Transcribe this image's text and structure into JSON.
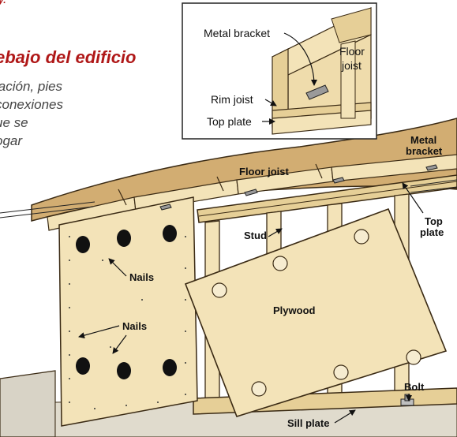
{
  "article": {
    "top_fragment": "y.",
    "heading": "ebajo del edificio",
    "subtext_lines": [
      "lación, pies",
      "conexiones",
      "ue se",
      "ogar"
    ]
  },
  "inset": {
    "labels": {
      "metal_bracket": "Metal bracket",
      "floor_joist_line1": "Floor",
      "floor_joist_line2": "joist",
      "rim_joist": "Rim joist",
      "top_plate": "Top plate"
    }
  },
  "main": {
    "labels": {
      "metal_bracket_line1": "Metal",
      "metal_bracket_line2": "bracket",
      "floor_joist": "Floor joist",
      "top_line1": "Top",
      "top_line2": "plate",
      "stud": "Stud",
      "nails_1": "Nails",
      "nails_2": "Nails",
      "plywood": "Plywood",
      "bolt": "Bolt",
      "sill_plate": "Sill plate"
    }
  },
  "colors": {
    "accent_red": "#b01818",
    "wood_light": "#f3e3b8",
    "wood_mid": "#e6cf97",
    "wood_dark": "#cfae6a",
    "floor_underside": "#d2ad72",
    "concrete": "#d8d3c6",
    "outline": "#3a2a14"
  }
}
